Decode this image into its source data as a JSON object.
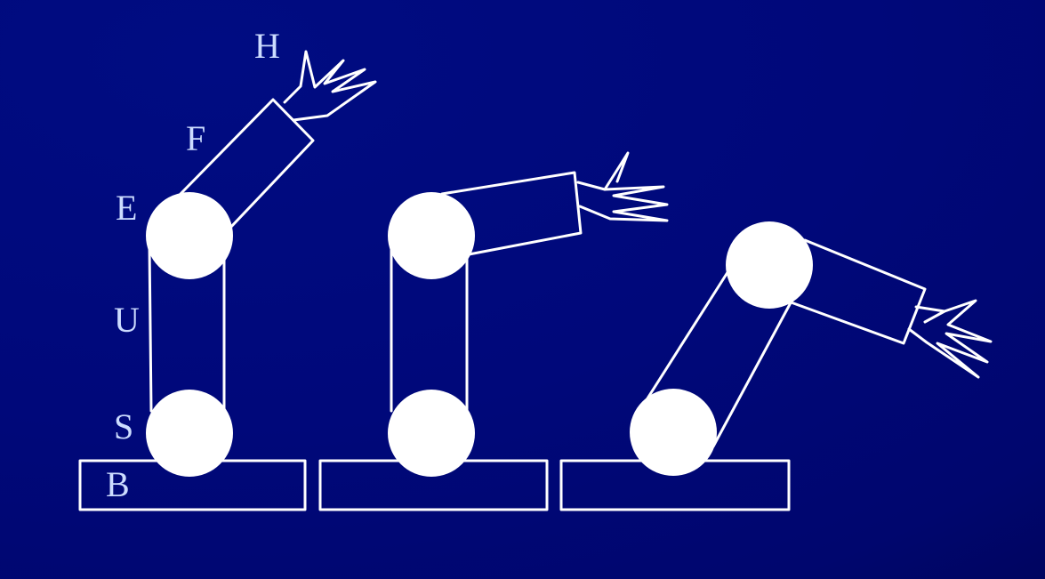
{
  "labels": {
    "hand": "H",
    "forearm": "F",
    "elbow": "E",
    "upper_arm": "U",
    "shoulder": "S",
    "base": "B"
  },
  "colors": {
    "background": "#00087a",
    "stroke": "#ffffff",
    "label": "#ccdcff"
  }
}
